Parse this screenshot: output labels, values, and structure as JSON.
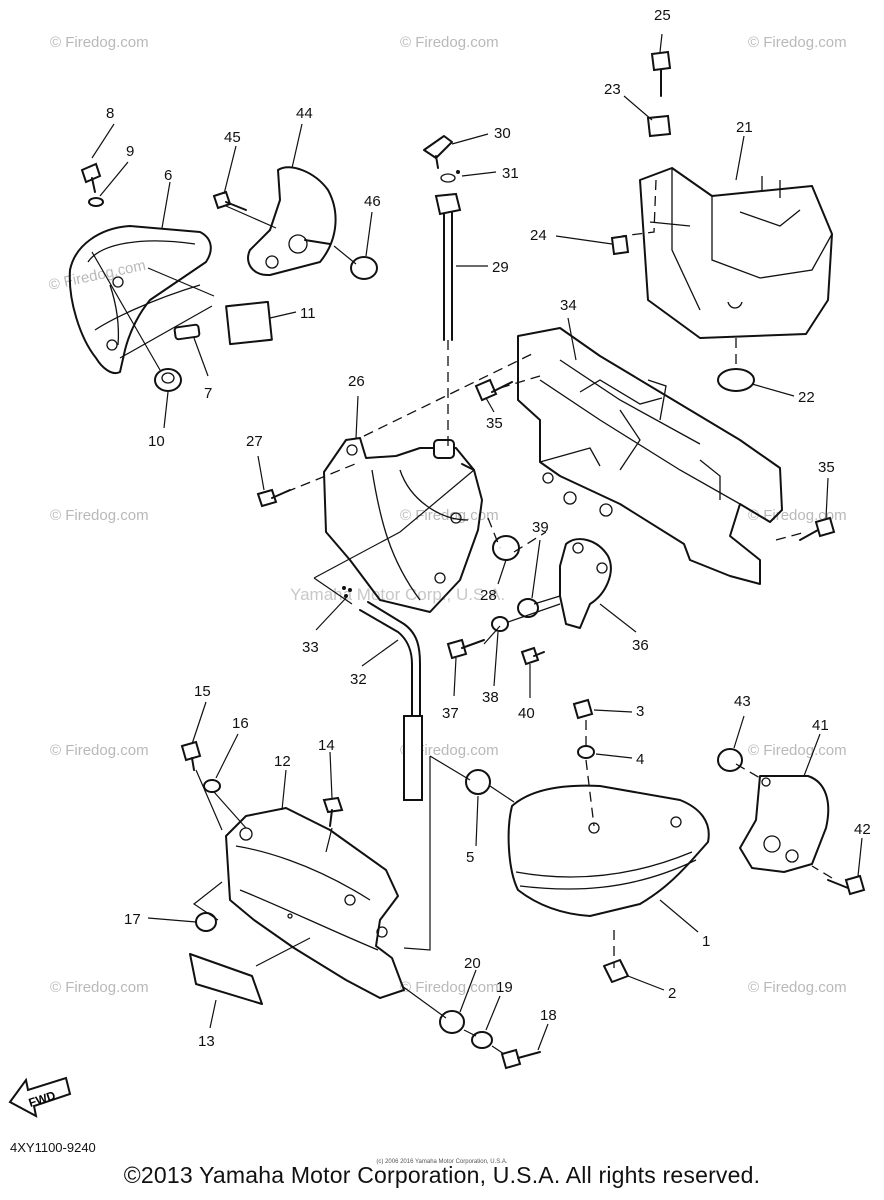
{
  "watermark": "© Firedog.com",
  "center_watermark": "Yamaha Motor Corp., U.S.A.",
  "diagram_code": "4XY1100-9240",
  "fwd_label": "FWD",
  "copyright": "©2013 Yamaha Motor Corporation, U.S.A. All rights reserved.",
  "tiny_copyright": "(c) 2006 2016 Yamaha Motor Corporation, U.S.A.",
  "callouts": {
    "c1": "1",
    "c2": "2",
    "c3": "3",
    "c4": "4",
    "c5": "5",
    "c6": "6",
    "c7": "7",
    "c8": "8",
    "c9": "9",
    "c10": "10",
    "c11": "11",
    "c12": "12",
    "c13": "13",
    "c14": "14",
    "c15": "15",
    "c16": "16",
    "c17": "17",
    "c18": "18",
    "c19": "19",
    "c20": "20",
    "c21": "21",
    "c22": "22",
    "c23": "23",
    "c24": "24",
    "c25": "25",
    "c26": "26",
    "c27": "27",
    "c28": "28",
    "c29": "29",
    "c30": "30",
    "c31": "31",
    "c32": "32",
    "c33": "33",
    "c34": "34",
    "c35a": "35",
    "c35b": "35",
    "c36": "36",
    "c37": "37",
    "c38": "38",
    "c39": "39",
    "c40": "40",
    "c41": "41",
    "c42": "42",
    "c43": "43",
    "c44": "44",
    "c45": "45",
    "c46": "46"
  }
}
